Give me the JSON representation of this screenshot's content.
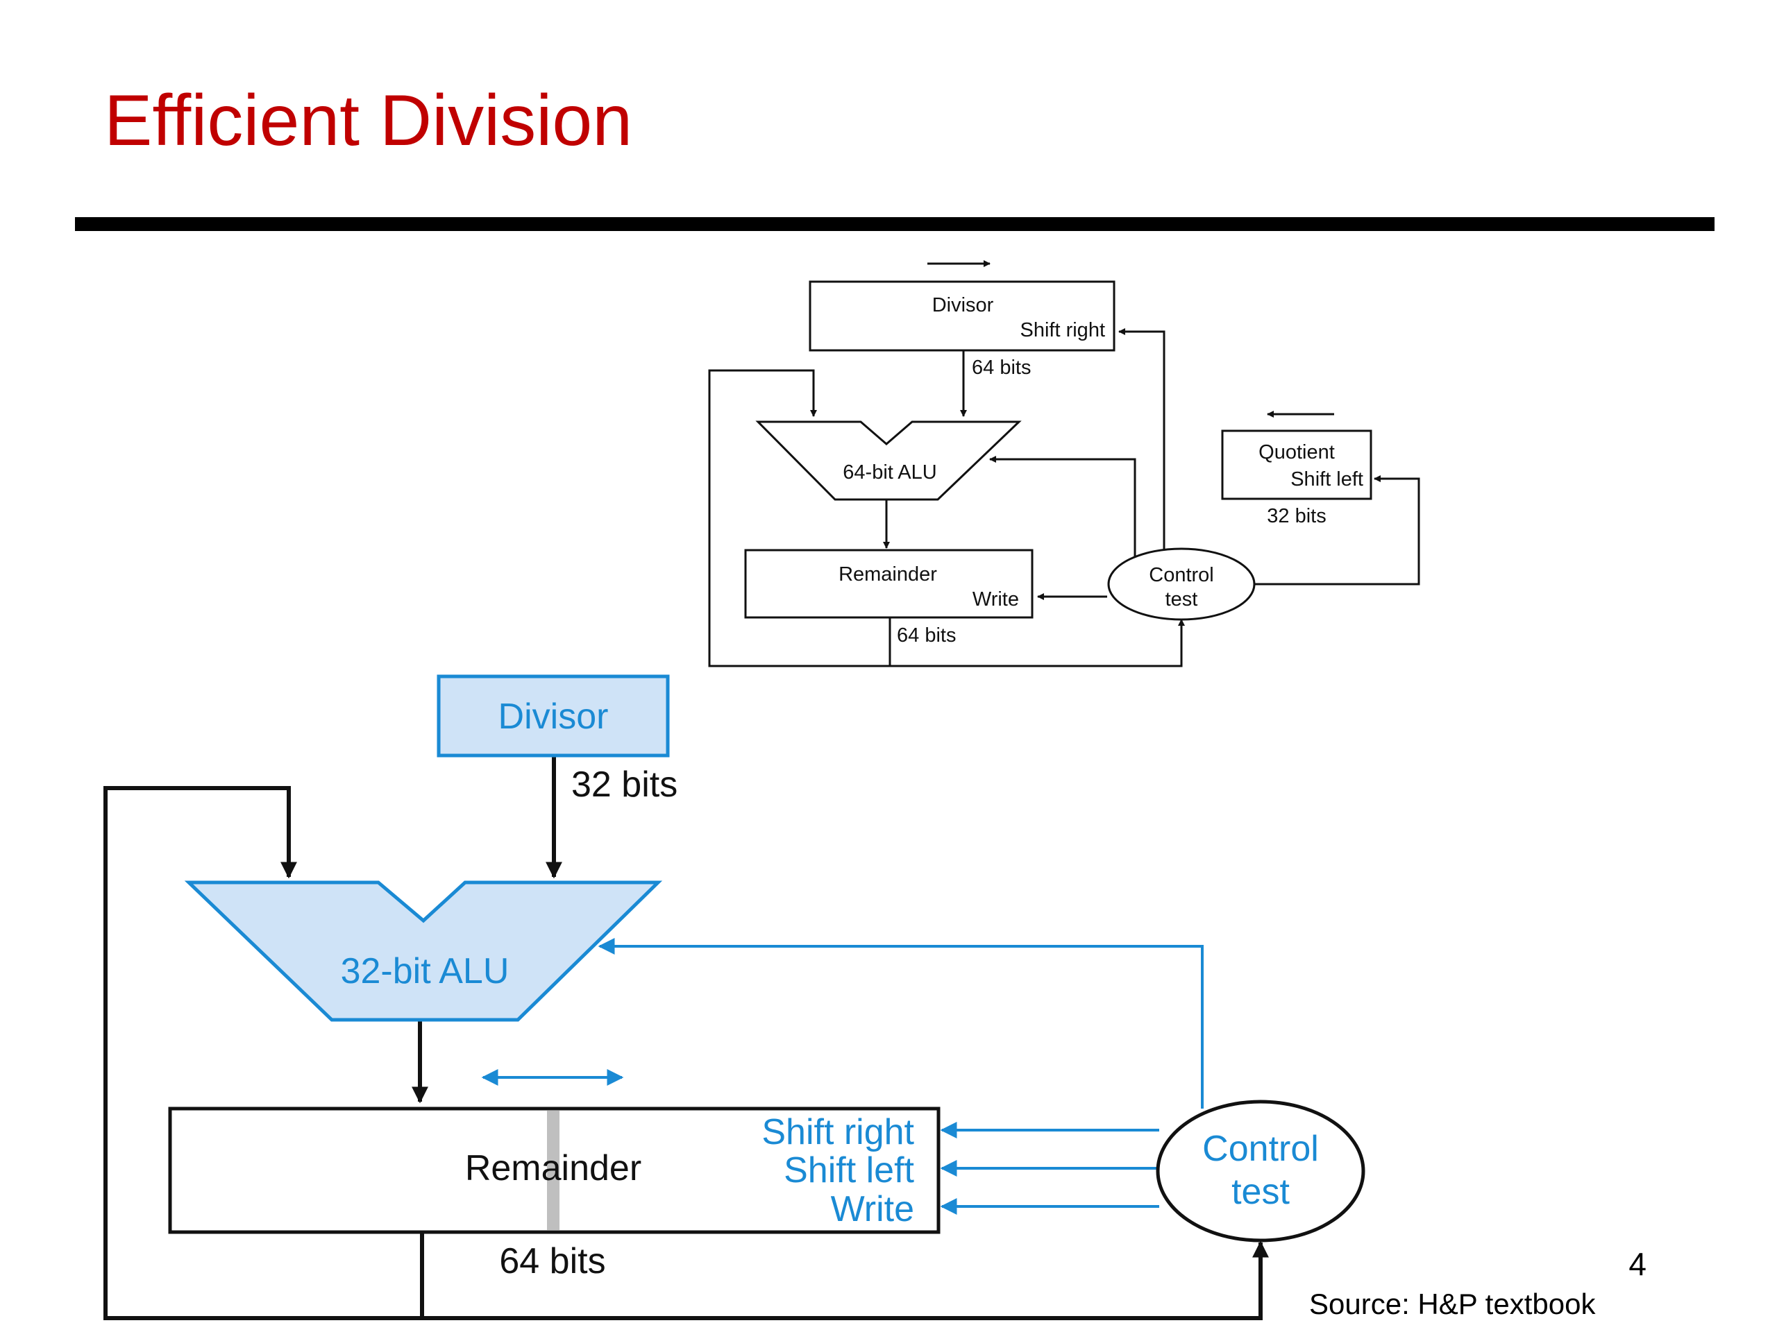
{
  "slide": {
    "title": "Efficient Division",
    "page_number": "4",
    "source": "Source: H&P textbook"
  },
  "colors": {
    "title": "#c00000",
    "accent_blue": "#1a8ad4",
    "box_fill_blue": "#cfe3f7",
    "rule": "#000000"
  },
  "original_diagram": {
    "divisor": {
      "name": "Divisor",
      "control": "Shift right",
      "width": "64 bits"
    },
    "alu": {
      "label": "64-bit ALU"
    },
    "remainder": {
      "name": "Remainder",
      "control": "Write",
      "width": "64 bits"
    },
    "quotient": {
      "name": "Quotient",
      "control": "Shift left",
      "width": "32 bits"
    },
    "control": {
      "line1": "Control",
      "line2": "test"
    }
  },
  "efficient_diagram": {
    "divisor": {
      "name": "Divisor",
      "width": "32 bits"
    },
    "alu": {
      "label": "32-bit ALU"
    },
    "remainder": {
      "name": "Remainder",
      "width": "64 bits"
    },
    "controls": {
      "shift_right": "Shift right",
      "shift_left": "Shift left",
      "write": "Write"
    },
    "control": {
      "line1": "Control",
      "line2": "test"
    }
  }
}
